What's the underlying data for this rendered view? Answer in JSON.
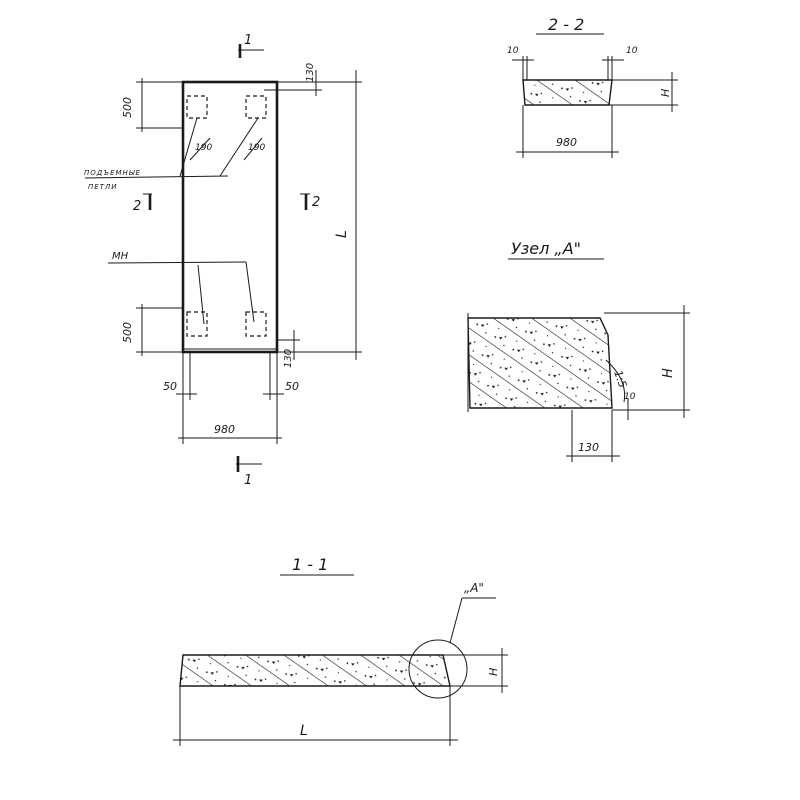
{
  "plan": {
    "section_mark_1": "1",
    "section_mark_2": "2",
    "dim_500_top": "500",
    "dim_500_bottom": "500",
    "dim_130_top": "130",
    "dim_130_bottom": "130",
    "dim_190_left": "190",
    "dim_190_right": "190",
    "dim_L": "L",
    "dim_50_left": "50",
    "dim_50_right": "50",
    "dim_980": "980",
    "label_lifting_line1": "ПОДЪЕМНЫЕ",
    "label_lifting_line2": "ПЕТЛИ",
    "label_mn": "МН"
  },
  "section_2_2": {
    "title": "2 - 2",
    "dim_10_left": "10",
    "dim_10_right": "10",
    "dim_H": "H",
    "dim_980": "980"
  },
  "node_A": {
    "title": "Узел „А\"",
    "dim_H": "H",
    "dim_slope": "1:5",
    "dim_10": "10",
    "dim_130": "130"
  },
  "section_1_1": {
    "title": "1 - 1",
    "callout": "„А\"",
    "dim_H": "H",
    "dim_L": "L"
  }
}
